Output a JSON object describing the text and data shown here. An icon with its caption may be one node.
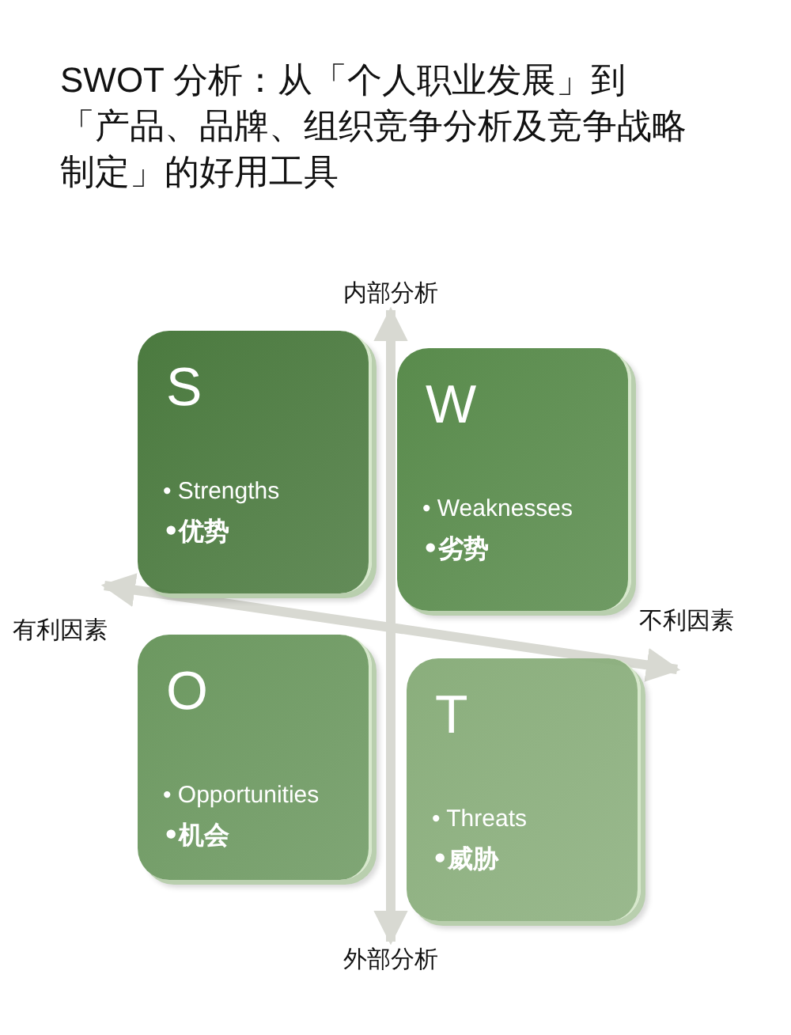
{
  "diagram": {
    "title": "SWOT 分析：从「个人职业发展」到「产品、品牌、组织竞争分析及竞争战略制定」的好用工具",
    "nodes": [
      {
        "text": [
          "内部分析"
        ]
      },
      {
        "text": [
          "S",
          "• Strengths",
          "•优势"
        ]
      },
      {
        "text": [
          "W",
          "• Weaknesses",
          "•劣势"
        ]
      },
      {
        "text": [
          "有利因素"
        ]
      },
      {
        "text": [
          "不利因素"
        ]
      },
      {
        "text": [
          "O",
          "• Opportunities",
          "•机会"
        ]
      },
      {
        "text": [
          "T",
          "• Threats",
          "•威胁"
        ]
      },
      {
        "text": [
          "外部分析"
        ]
      }
    ],
    "edges": [
      {
        "from": 0,
        "to": 7,
        "arrow": "both"
      },
      {
        "from": 3,
        "to": 4,
        "arrow": "both"
      }
    ]
  }
}
